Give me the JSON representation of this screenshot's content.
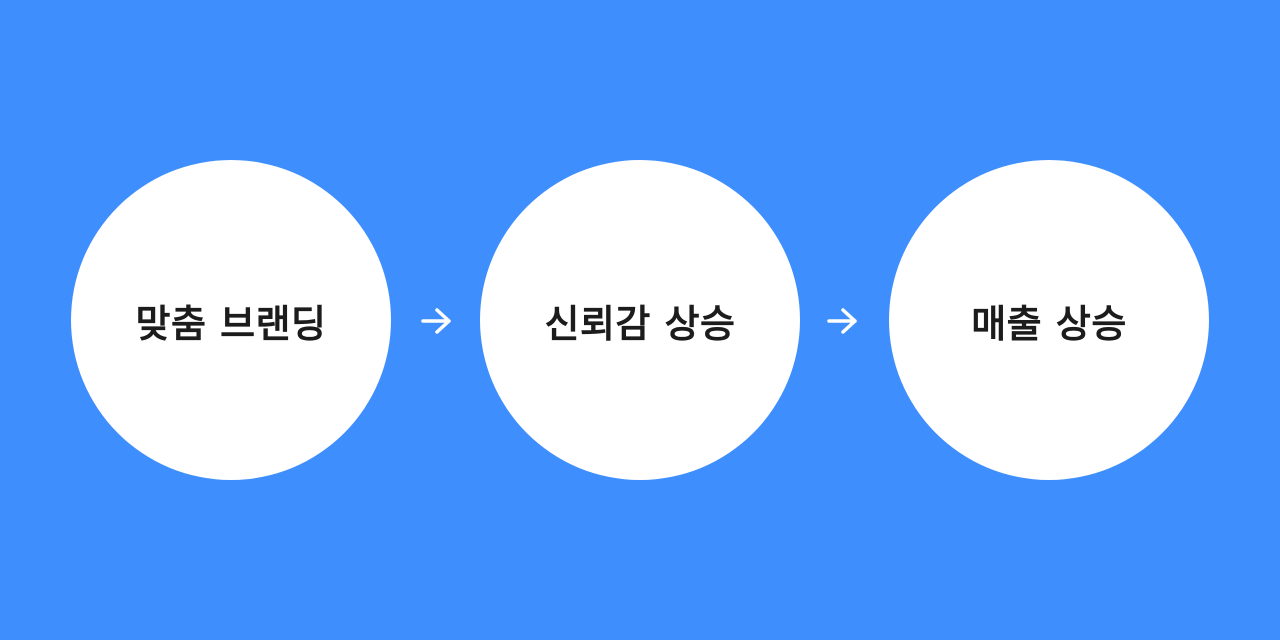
{
  "background_color": "#3f8efe",
  "steps": [
    {
      "label": "맞춤 브랜딩"
    },
    {
      "label": "신뢰감 상승"
    },
    {
      "label": "매출 상승"
    }
  ],
  "connector_icon": "right-arrow-icon",
  "colors": {
    "circle": "#ffffff",
    "text": "#1c1c1c",
    "arrow": "#ffffff"
  }
}
